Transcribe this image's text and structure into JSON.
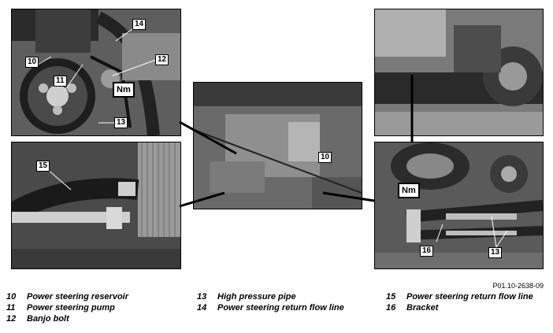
{
  "callouts": {
    "c10a": "10",
    "c11": "11",
    "c12": "12",
    "c13a": "13",
    "c14": "14",
    "c15": "15",
    "c10b": "10",
    "c16": "16",
    "c13b": "13"
  },
  "torque_symbol": "Nm",
  "figure_id": "P01.10-2638-09",
  "legend": [
    {
      "num": "10",
      "text": "Power steering reservoir"
    },
    {
      "num": "11",
      "text": "Power steering pump"
    },
    {
      "num": "12",
      "text": "Banjo bolt"
    },
    {
      "num": "13",
      "text": "High pressure pipe"
    },
    {
      "num": "14",
      "text": "Power steering return flow line"
    },
    {
      "num": "15",
      "text": "Power steering return flow line"
    },
    {
      "num": "16",
      "text": "Bracket"
    }
  ]
}
